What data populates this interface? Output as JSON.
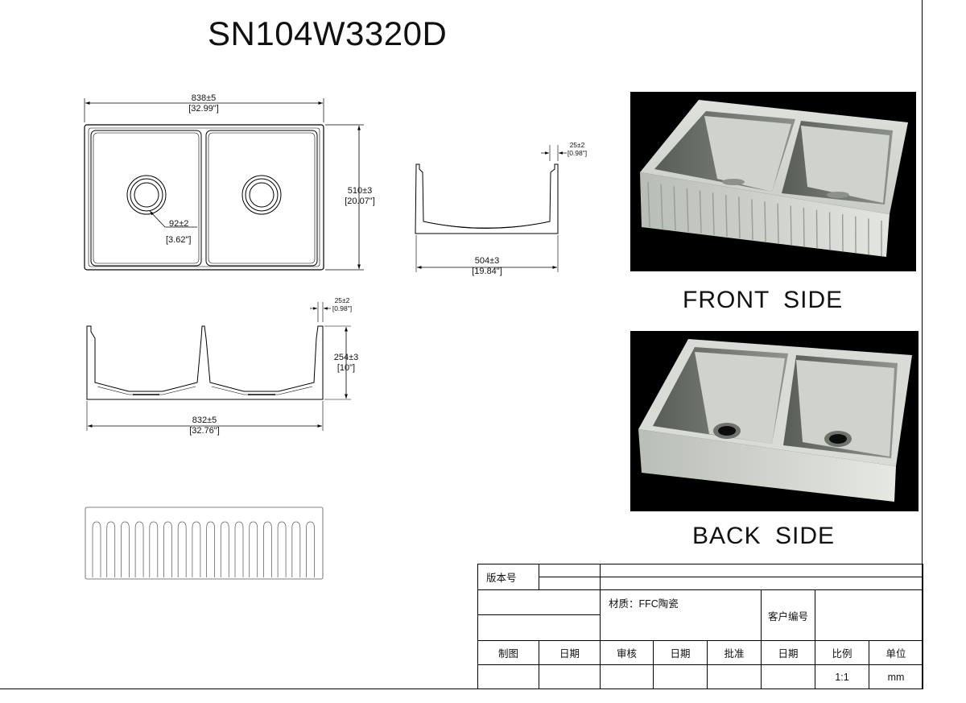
{
  "title": "SN104W3320D",
  "dimensions": {
    "top_width": {
      "mm": "838±5",
      "in": "[32.99\"]"
    },
    "top_depth": {
      "mm": "510±3",
      "in": "[20.07\"]"
    },
    "drain": {
      "mm": "92±2",
      "in": "[3.62\"]"
    },
    "side_rim": {
      "mm": "25±2",
      "in": "[0.98\"]"
    },
    "side_width": {
      "mm": "504±3",
      "in": "[19.84\"]"
    },
    "front_rim": {
      "mm": "25±2",
      "in": "[0.98\"]"
    },
    "front_height": {
      "mm": "254±3",
      "in": "[10\"]"
    },
    "front_width": {
      "mm": "832±5",
      "in": "[32.76\"]"
    }
  },
  "labels": {
    "front_side": "FRONT  SIDE",
    "back_side": "BACK  SIDE"
  },
  "title_block": {
    "version_label": "版本号",
    "material": "材质：FFC陶瓷",
    "customer_no_label": "客户编号",
    "drawn_by": "制图",
    "date_1": "日期",
    "review": "审核",
    "date_2": "日期",
    "approve": "批准",
    "date_3": "日期",
    "scale_label": "比例",
    "unit_label": "单位",
    "scale_value": "1:1",
    "unit_value": "mm"
  }
}
